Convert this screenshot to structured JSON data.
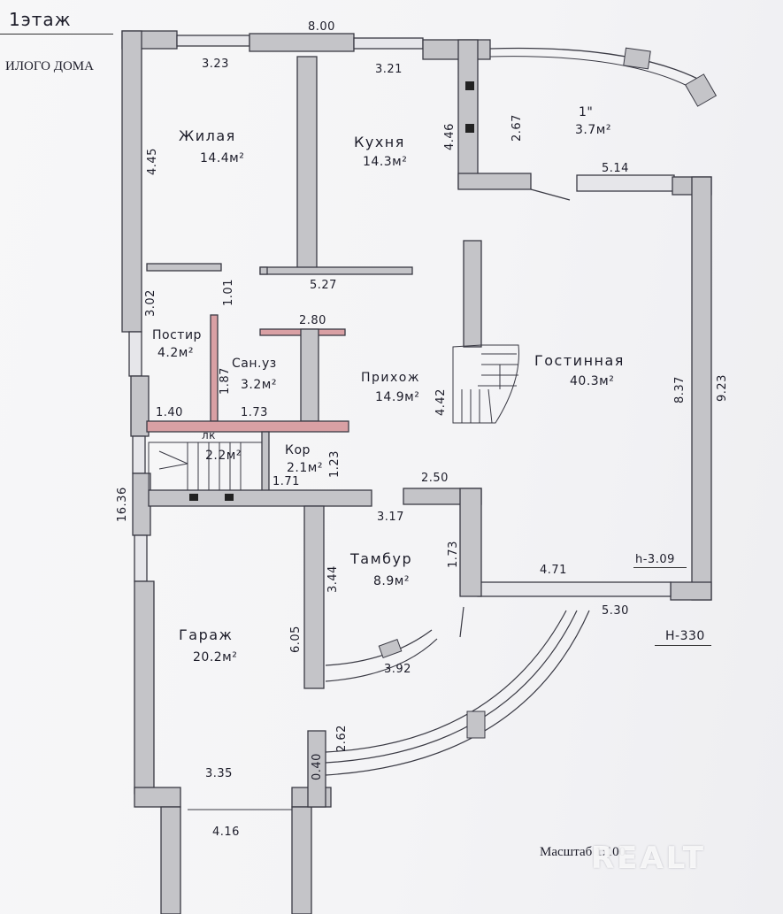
{
  "header": {
    "floor_label": "1этаж",
    "house_label": "ИЛОГО ДОМА"
  },
  "rooms": {
    "living": {
      "name": "Жилая",
      "area": "14.4м²"
    },
    "kitchen": {
      "name": "Кухня",
      "area": "14.3м²"
    },
    "room1": {
      "name": "1\"",
      "area": "3.7м²"
    },
    "laundry": {
      "name": "Постир",
      "area": "4.2м²"
    },
    "bathroom": {
      "name": "Сан.уз",
      "area": "3.2м²"
    },
    "hall": {
      "name": "Прихож",
      "area": "14.9м²"
    },
    "lounge": {
      "name": "Гостинная",
      "area": "40.3м²"
    },
    "stair": {
      "name": "лк",
      "area": "2.2м²"
    },
    "corridor": {
      "name": "Кор",
      "area": "2.1м²"
    },
    "vestibule": {
      "name": "Тамбур",
      "area": "8.9м²"
    },
    "garage": {
      "name": "Гараж",
      "area": "20.2м²"
    }
  },
  "dimensions": {
    "top_total": "8.00",
    "d_323": "3.23",
    "d_321": "3.21",
    "d_445": "4.45",
    "d_446": "4.46",
    "d_267": "2.67",
    "d_514": "5.14",
    "d_527": "5.27",
    "d_302": "3.02",
    "d_101": "1.01",
    "d_280": "2.80",
    "d_187": "1.87",
    "d_140": "1.40",
    "d_173a": "1.73",
    "d_442": "4.42",
    "d_837": "8.37",
    "d_923": "9.23",
    "d_123": "1.23",
    "d_171": "1.71",
    "d_1636": "16.36",
    "d_250": "2.50",
    "d_317": "3.17",
    "d_173b": "1.73",
    "d_344": "3.44",
    "d_471": "4.71",
    "h_309": "h-3.09",
    "d_530": "5.30",
    "h_330": "H-330",
    "d_605": "6.05",
    "d_392": "3.92",
    "d_262": "2.62",
    "d_040": "0.40",
    "d_335": "3.35",
    "d_416": "4.16"
  },
  "footer": {
    "scale": "Масштаб 1:100",
    "watermark": "REALT"
  },
  "colors": {
    "wall_fill": "#c4c4c8",
    "wall_stroke": "#3a3a44",
    "accent_pink": "#d9a0a4",
    "ink": "#1d1d2a"
  }
}
